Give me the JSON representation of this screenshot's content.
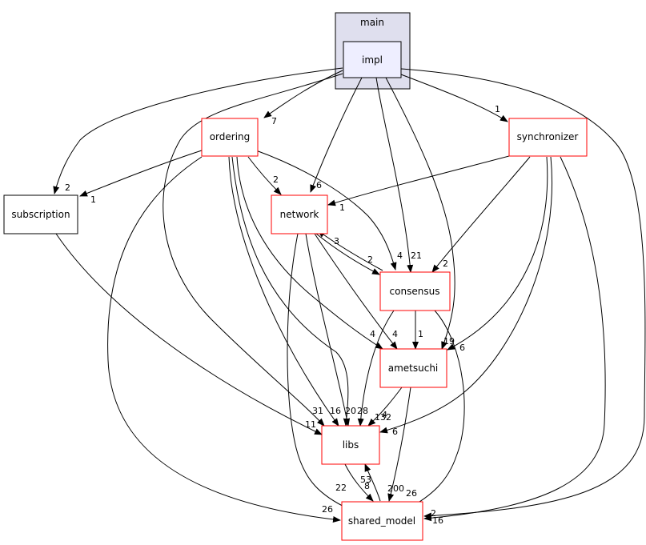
{
  "cluster": {
    "label": "main"
  },
  "nodes": {
    "impl": {
      "label": "impl"
    },
    "ordering": {
      "label": "ordering"
    },
    "synchronizer": {
      "label": "synchronizer"
    },
    "subscription": {
      "label": "subscription"
    },
    "network": {
      "label": "network"
    },
    "consensus": {
      "label": "consensus"
    },
    "ametsuchi": {
      "label": "ametsuchi"
    },
    "libs": {
      "label": "libs"
    },
    "shared_model": {
      "label": "shared_model"
    }
  },
  "edge_labels": {
    "impl_ordering": "7",
    "impl_synchronizer": "1",
    "impl_subscription": "2",
    "impl_network": "6",
    "impl_consensus": "21",
    "impl_ametsuchi": "19",
    "impl_libs": "31",
    "impl_shared_model": "2",
    "ordering_subscription": "1",
    "ordering_network": "2",
    "ordering_consensus": "4",
    "ordering_ametsuchi": "4",
    "ordering_libs_a": "16",
    "ordering_libs_b": "20",
    "ordering_shared_model": "26",
    "synchronizer_network": "1",
    "synchronizer_consensus": "2",
    "synchronizer_ametsuchi": "6",
    "synchronizer_libs": "6",
    "synchronizer_shared_model": "16",
    "subscription_libs": "11",
    "network_consensus": "2",
    "network_ametsuchi": "4",
    "network_libs": "28",
    "network_shared_model": "22",
    "consensus_network": "3",
    "consensus_ametsuchi": "1",
    "consensus_libs": "4",
    "consensus_shared_model": "26",
    "ametsuchi_libs": "132",
    "ametsuchi_shared_model": "200",
    "libs_shared_model": "8",
    "shared_model_libs": "53"
  },
  "colors": {
    "cluster_fill": "#dfdfee",
    "cluster_stroke": "#000000",
    "impl_fill": "#eeeeff",
    "node_red": "#ff0000",
    "node_black": "#000000",
    "edge": "#000000"
  }
}
